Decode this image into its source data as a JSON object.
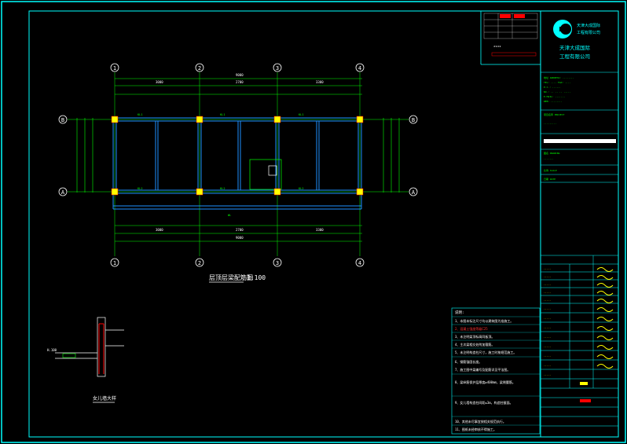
{
  "drawing": {
    "plan_title": "层顶层梁配筋图",
    "plan_scale": "1:100",
    "detail_title": "女儿墙大样",
    "detail_level": "H.100",
    "grid_numbers": [
      "1",
      "2",
      "3",
      "4"
    ],
    "grid_letters": [
      "B",
      "A"
    ],
    "dim_total": "9000",
    "dim_bays": [
      "3000",
      "2700",
      "3300"
    ]
  },
  "company": {
    "name_line1": "天津大成国际",
    "name_line2": "工程有限公司",
    "logo_text_1": "天津大成国际",
    "logo_text_2": "工程有限公司"
  },
  "notes": {
    "title": "说明:",
    "items": [
      "1、本图未标注尺寸均以建筑图为准施工。",
      "2、混凝土强度等级C25",
      "3、未注明梁顶标高同板顶。",
      "4、主次梁相交处附加箍筋。",
      "5、未注明构造柱尺寸，施工时按规范施工。",
      "6、钢筋锚固长度。",
      "7、施工图中梁编号及配筋详见平法图。",
      "8、梁纵筋保护层厚度≥400mm，梁侧腰筋。",
      "9、女儿墙构造柱间距≤3m，构造柱截面。",
      "10、其他未尽事宜按相关规范执行。",
      "11、图纸未经审核不得施工。"
    ]
  },
  "colors": {
    "background": "#000000",
    "frame": "#00ffff",
    "structure": "#1e90ff",
    "dimension": "#00ff00",
    "grid_bubble": "#ffffff",
    "column": "#ffff00",
    "red": "#ff0000"
  }
}
